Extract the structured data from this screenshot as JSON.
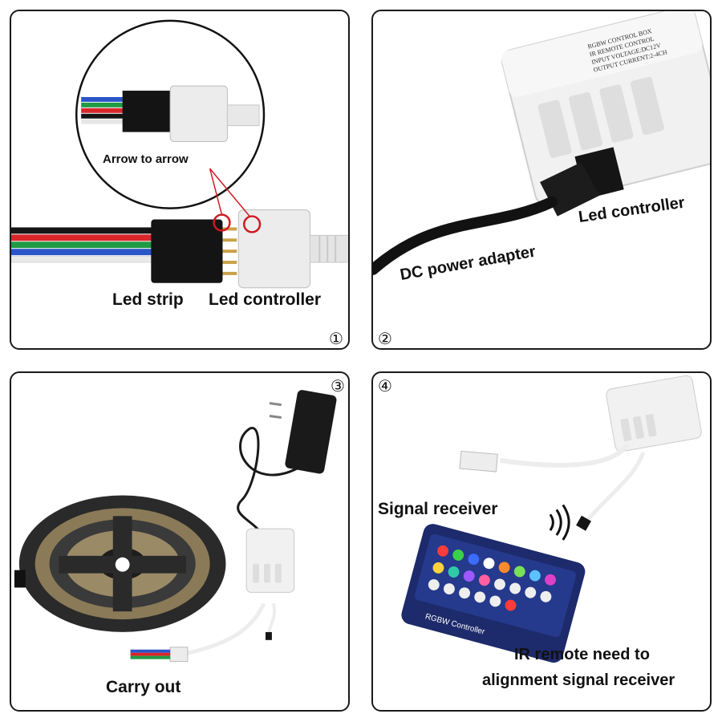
{
  "panels": [
    {
      "number": "①",
      "callout": "Arrow to arrow",
      "labels": [
        "Led strip",
        "Led controller"
      ]
    },
    {
      "number": "②",
      "labels": [
        "DC power adapter",
        "Led controller"
      ],
      "box_text": [
        "RGBW CONTROL BOX",
        "IR REMOTE CONTROL",
        "INPUT VOLTAGE:DC12V",
        "OUTPUT CURRENT:2-4CH"
      ]
    },
    {
      "number": "③",
      "labels": [
        "Carry out"
      ]
    },
    {
      "number": "④",
      "labels": [
        "Signal receiver",
        "IR remote need to",
        "alignment signal receiver"
      ],
      "remote_text": "RGBW Controller"
    }
  ],
  "colors": {
    "border": "#1a1a1a",
    "callout_line": "#d0181e",
    "wire_black": "#151515",
    "wire_red": "#d8262b",
    "wire_green": "#1f9a45",
    "wire_blue": "#2a55c8",
    "wire_white": "#f2f2f2"
  }
}
